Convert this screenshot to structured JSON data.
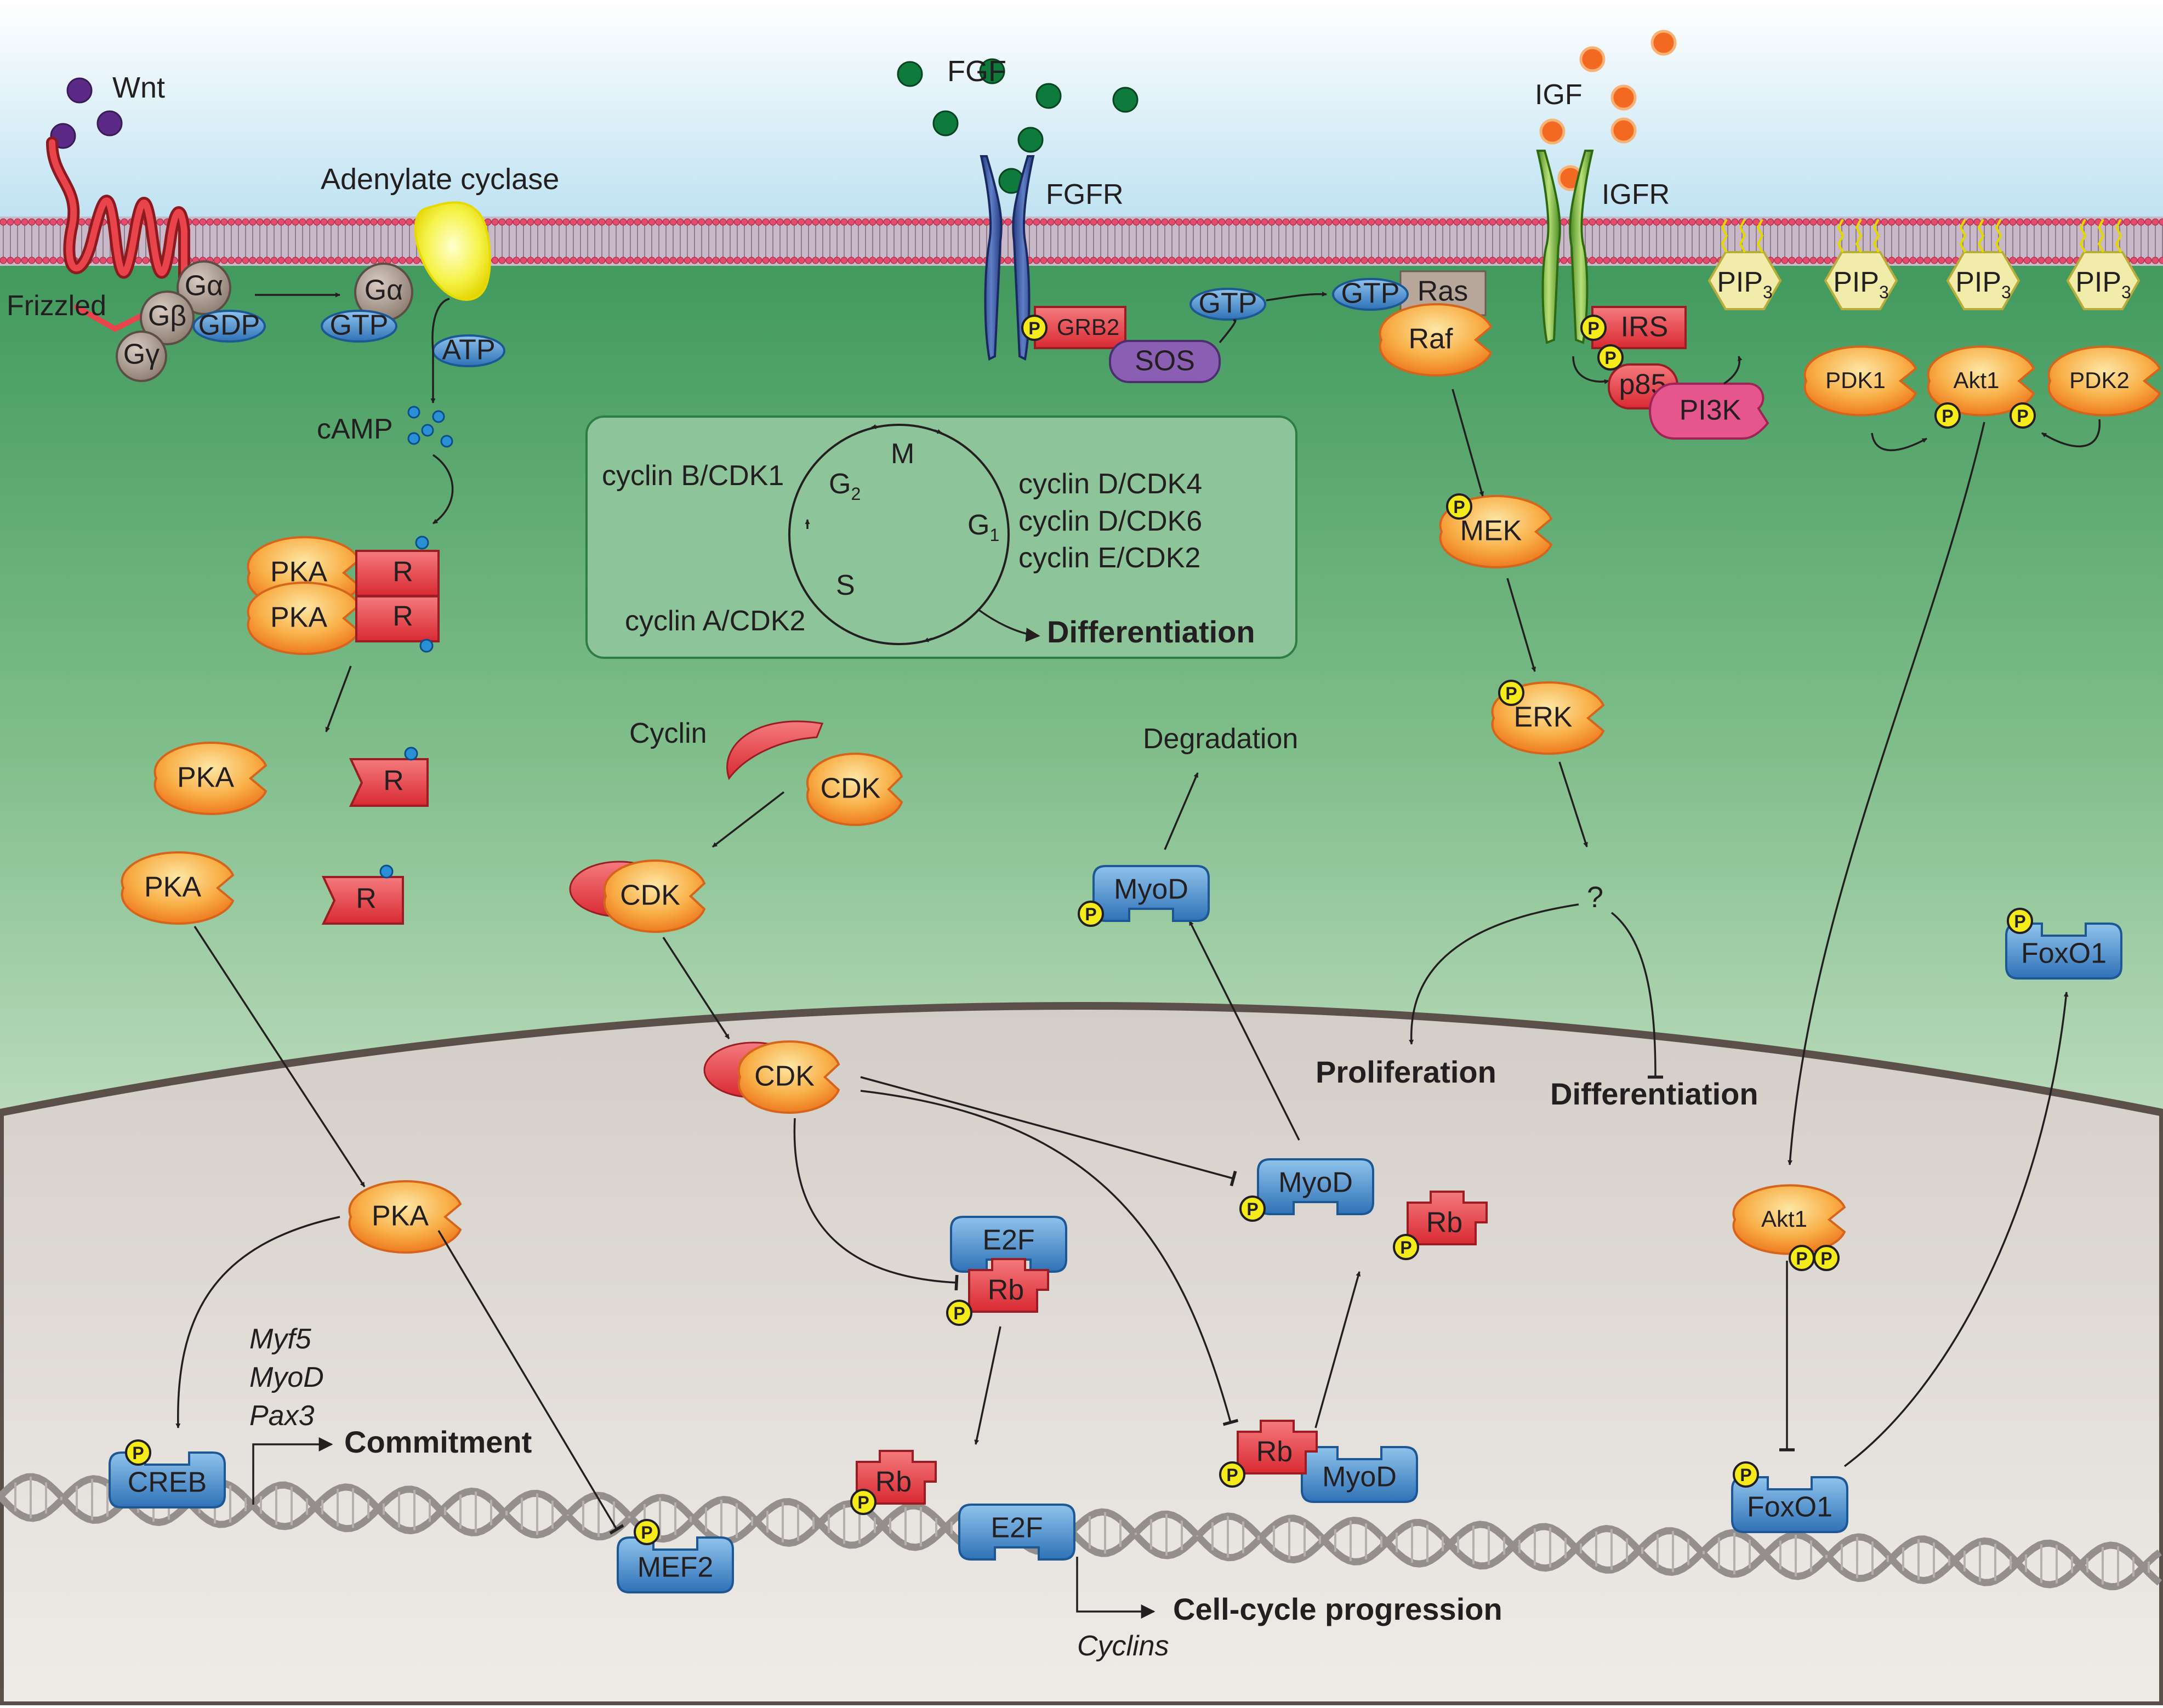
{
  "ligands": {
    "wnt": "Wnt",
    "fgf": "FGF",
    "igf": "IGF"
  },
  "receptors": {
    "frizzled": "Frizzled",
    "adenylate_cyclase": "Adenylate cyclase",
    "fgfr": "FGFR",
    "igfr": "IGFR"
  },
  "g_protein": {
    "g_alpha": "Gα",
    "g_beta": "Gβ",
    "g_gamma": "Gγ",
    "gdp": "GDP",
    "gtp": "GTP",
    "atp": "ATP",
    "camp": "cAMP"
  },
  "pka": {
    "pka": "PKA",
    "r": "R"
  },
  "fgf_pathway": {
    "grb2": "GRB2",
    "sos": "SOS",
    "gtp": "GTP",
    "ras": "Ras",
    "raf": "Raf",
    "mek": "MEK",
    "erk": "ERK",
    "unknown": "?"
  },
  "igf_pathway": {
    "irs": "IRS",
    "p85": "p85",
    "pi3k": "PI3K",
    "pip3": "PIP",
    "pip3_sub": "3",
    "pdk1": "PDK1",
    "akt1": "Akt1",
    "pdk2": "PDK2",
    "foxo1": "FoxO1"
  },
  "phospho": "P",
  "cell_cycle": {
    "m": "M",
    "g2": "G",
    "g2_sub": "2",
    "g1": "G",
    "g1_sub": "1",
    "s": "S",
    "cyclin_b": "cyclin B/CDK1",
    "cyclin_d4": "cyclin D/CDK4",
    "cyclin_d6": "cyclin D/CDK6",
    "cyclin_e": "cyclin E/CDK2",
    "cyclin_a": "cyclin A/CDK2",
    "differentiation": "Differentiation"
  },
  "cdk_pathway": {
    "cyclin": "Cyclin",
    "cdk": "CDK",
    "myod": "MyoD",
    "degradation": "Degradation",
    "rb": "Rb",
    "e2f": "E2F"
  },
  "outcomes": {
    "proliferation": "Proliferation",
    "differentiation": "Differentiation",
    "commitment": "Commitment",
    "cell_cycle_progression": "Cell-cycle progression"
  },
  "genes": {
    "myf5": "Myf5",
    "myod": "MyoD",
    "pax3": "Pax3",
    "cyclins": "Cyclins"
  },
  "nucleus": {
    "creb": "CREB",
    "mef2": "MEF2",
    "e2f": "E2F",
    "rb": "Rb",
    "myod": "MyoD",
    "foxo1": "FoxO1"
  },
  "colors": {
    "extracellular": "#c8e6f3",
    "cytoplasm_top": "#3f9a5c",
    "cytoplasm_bottom": "#f5f6ef",
    "nucleus": "#dcd7d2",
    "kinase_orange": "#f7a33f",
    "blue_protein": "#4f8fcf",
    "red_protein": "#e9434b",
    "phospho_yellow": "#f5ea1a",
    "pip3_hex": "#f2ecaa",
    "dna": "#948f8c"
  }
}
